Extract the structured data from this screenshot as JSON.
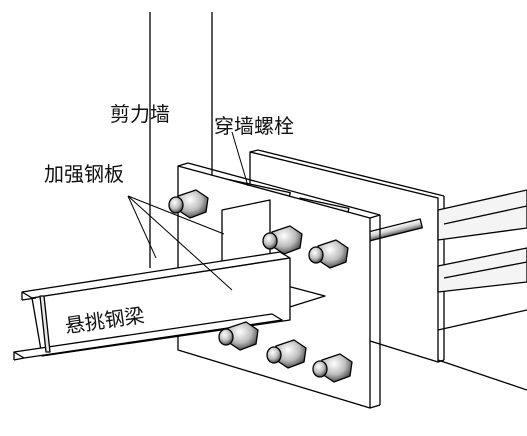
{
  "labels": {
    "shear_wall": "剪力墙",
    "through_bolt": "穿墙螺栓",
    "stiffener_plate": "加强钢板",
    "cantilever_beam": "悬挑钢梁"
  }
}
